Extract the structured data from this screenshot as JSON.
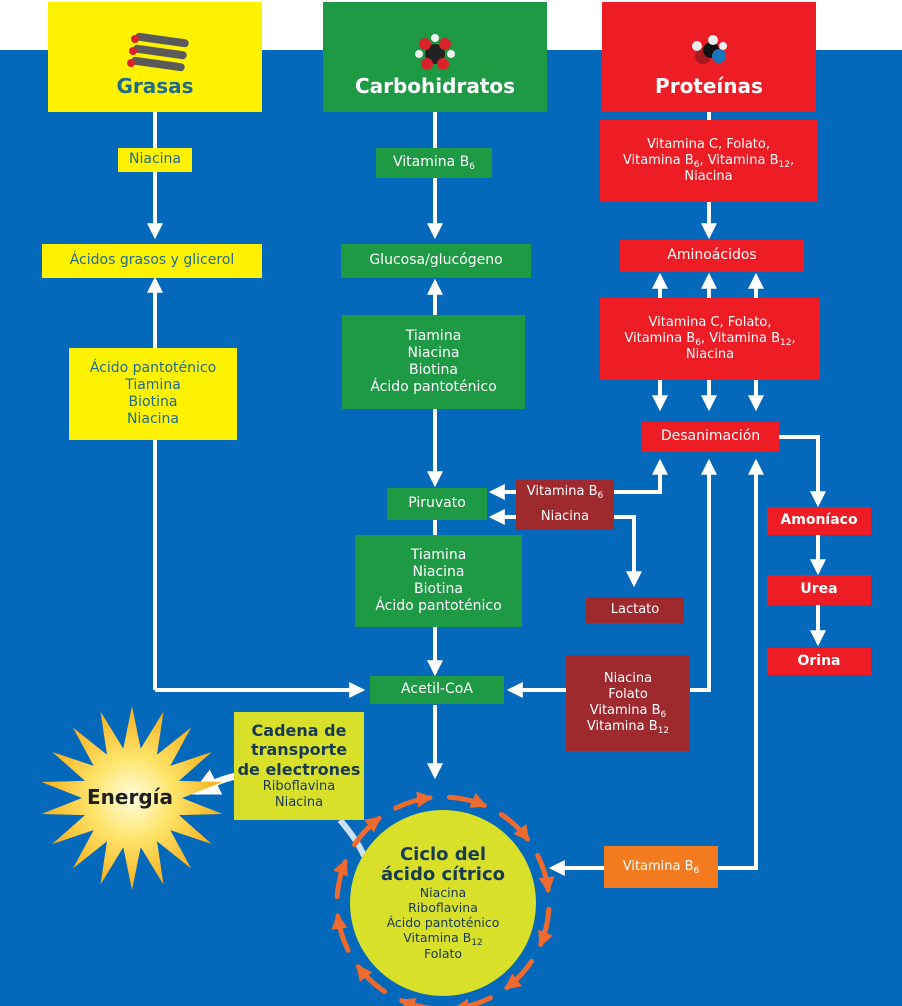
{
  "colors": {
    "background_blue": "#0468bb",
    "fats_yellow": "#fff200",
    "carbs_green": "#1e9a45",
    "protein_red": "#ee1c25",
    "cofactor_maroon": "#9e2a2e",
    "vitamin_orange": "#f47a20",
    "cycle_lime": "#d8e02a",
    "arrow_white": "#ffffff"
  },
  "headers": {
    "fats": {
      "title": "Grasas",
      "icon": "fatty-acid-molecule-icon"
    },
    "carbs": {
      "title": "Carbohidratos",
      "icon": "glucose-molecule-icon"
    },
    "proteins": {
      "title": "Proteínas",
      "icon": "amino-acid-molecule-icon"
    }
  },
  "fats": {
    "cofactor_1": "Niacina",
    "product": "Ácidos grasos y glicerol",
    "cofactor_2": [
      "Ácido pantoténico",
      "Tiamina",
      "Biotina",
      "Niacina"
    ]
  },
  "carbs": {
    "cofactor_1": {
      "text": "Vitamina B",
      "sub": "6"
    },
    "product": "Glucosa/glucógeno",
    "cofactor_2": [
      "Tiamina",
      "Niacina",
      "Biotina",
      "Ácido pantoténico"
    ],
    "pyruvate": "Piruvato",
    "cofactor_3": [
      "Tiamina",
      "Niacina",
      "Biotina",
      "Ácido pantoténico"
    ],
    "acetyl_coa": "Acetil-CoA"
  },
  "proteins": {
    "cofactor_1": {
      "line1": "Vitamina C, Folato,",
      "line2a": "Vitamina B",
      "sub_a": "6",
      "line2b": ", Vitamina B",
      "sub_b": "12",
      "line2c": ",",
      "line3": "Niacina"
    },
    "amino_acids": "Aminoácidos",
    "cofactor_2": {
      "line1": "Vitamina C, Folato,",
      "line2a": "Vitamina B",
      "sub_a": "6",
      "line2b": ", Vitamina B",
      "sub_b": "12",
      "line2c": ",",
      "line3": "Niacina"
    },
    "deamination": "Desanimación",
    "ammonia": "Amoníaco",
    "urea": "Urea",
    "urine": "Orina"
  },
  "pyruvate_links": {
    "vitamin_b6": {
      "text": "Vitamina B",
      "sub": "6"
    },
    "niacin": "Niacina",
    "lactate": "Lactato"
  },
  "acetyl_link": {
    "lines": [
      "Niacina",
      "Folato"
    ],
    "b6": {
      "text": "Vitamina B",
      "sub": "6"
    },
    "b12": {
      "text": "Vitamina B",
      "sub": "12"
    }
  },
  "etc": {
    "title": [
      "Cadena de",
      "transporte",
      "de electrones"
    ],
    "cofactors": [
      "Riboflavina",
      "Niacina"
    ]
  },
  "energy": {
    "label": "Energía",
    "icon": "sun-burst-icon"
  },
  "citric_cycle": {
    "title": [
      "Ciclo del",
      "ácido cítrico"
    ],
    "cofactors": [
      "Niacina",
      "Riboflavina",
      "Ácido pantoténico"
    ],
    "b12": {
      "text": "Vitamina B",
      "sub": "12"
    },
    "last": "Folato"
  },
  "cycle_input": {
    "text": "Vitamina B",
    "sub": "6"
  }
}
